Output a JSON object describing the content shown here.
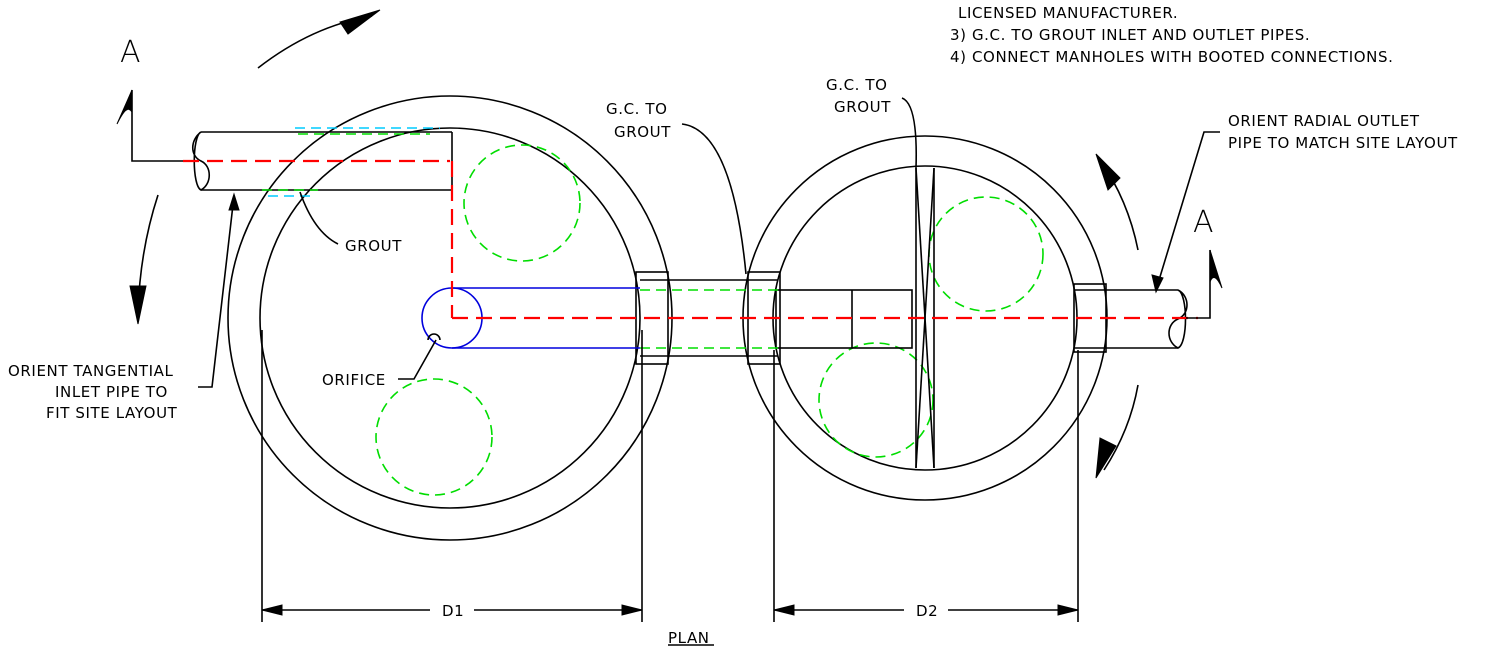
{
  "notes": {
    "line_licensed": "LICENSED MANUFACTURER.",
    "note_3": "3) G.C. TO GROUT INLET AND OUTLET PIPES.",
    "note_4": "4) CONNECT MANHOLES WITH BOOTED CONNECTIONS."
  },
  "section_labels": {
    "left": "A",
    "right": "A"
  },
  "callouts": {
    "grout": "GROUT",
    "gc_grout_left_1": "G.C. TO",
    "gc_grout_left_2": "GROUT",
    "gc_grout_right_1": "G.C. TO",
    "gc_grout_right_2": "GROUT",
    "radial_outlet_1": "ORIENT RADIAL OUTLET",
    "radial_outlet_2": "PIPE TO MATCH SITE LAYOUT",
    "tangential_1": "ORIENT TANGENTIAL",
    "tangential_2": "INLET PIPE TO",
    "tangential_3": "FIT SITE LAYOUT",
    "orifice": "ORIFICE"
  },
  "dimensions": {
    "d1": "D1",
    "d2": "D2"
  },
  "view_title": "PLAN",
  "colors": {
    "centerline": "#ff0000",
    "hidden_green": "#00dd00",
    "hidden_cyan": "#00ccff",
    "orifice_pipe": "#0000dd",
    "linework": "#000000"
  }
}
